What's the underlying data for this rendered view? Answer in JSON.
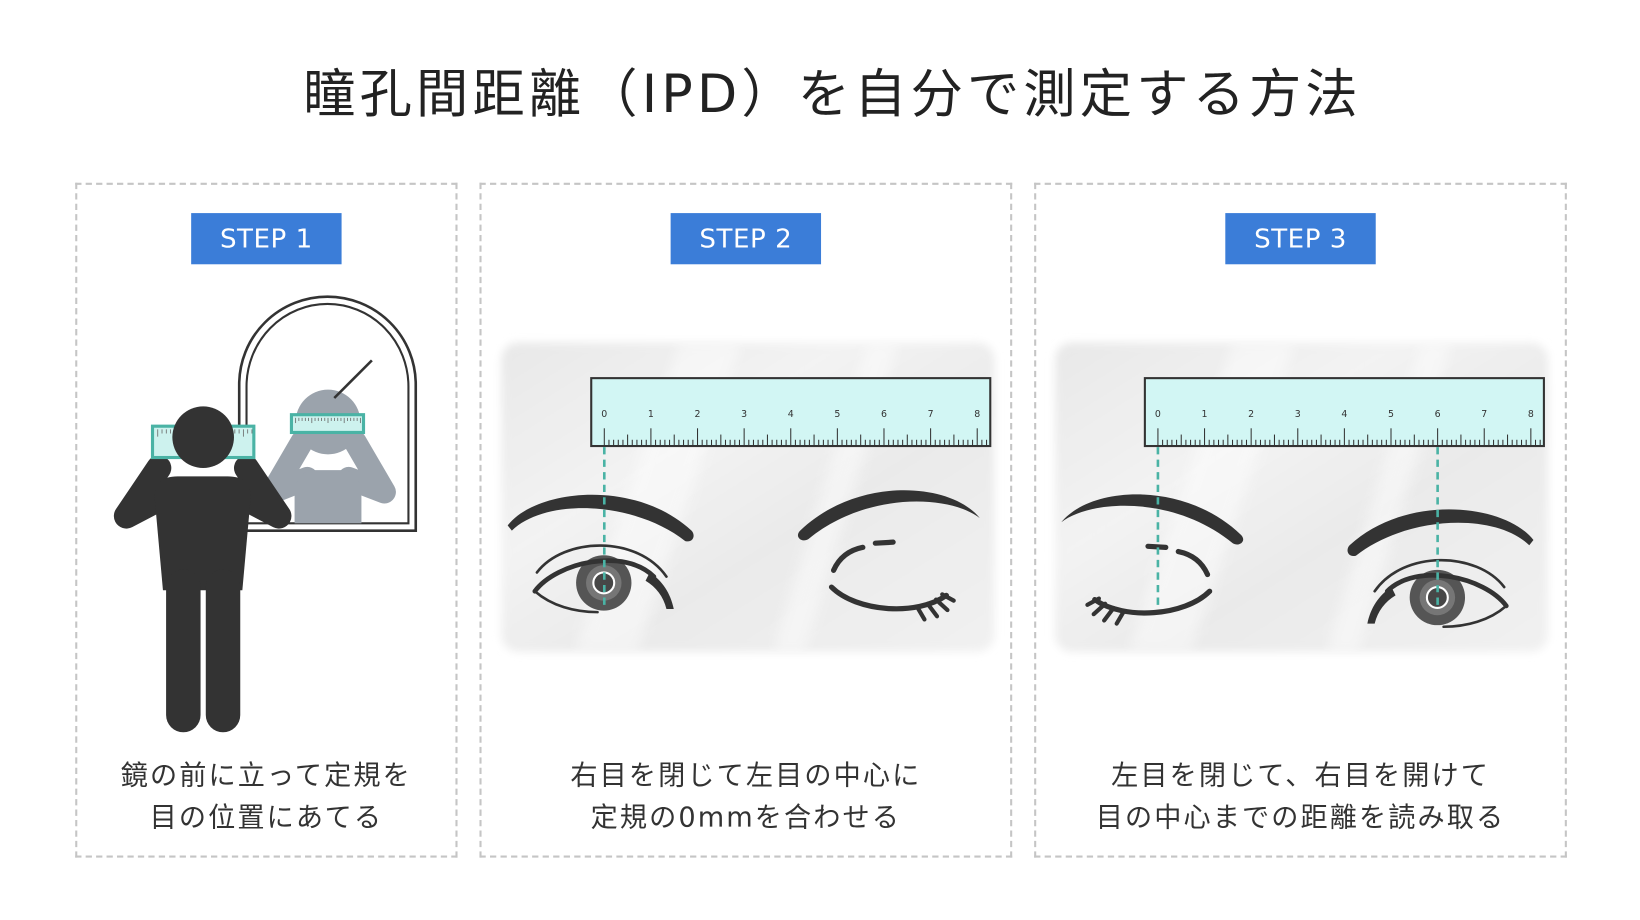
{
  "title": "瞳孔間距離（IPD）を自分で測定する方法",
  "steps": [
    {
      "badge": "STEP 1",
      "caption_lines": [
        "鏡の前に立って定規を",
        "目の位置にあてる"
      ]
    },
    {
      "badge": "STEP 2",
      "caption_lines": [
        "右目を閉じて左目の中心に",
        "定規の0mmを合わせる"
      ],
      "ruler_marks_cm": [
        0
      ]
    },
    {
      "badge": "STEP 3",
      "caption_lines": [
        "左目を閉じて、右目を開けて",
        "目の中心までの距離を読み取る"
      ],
      "ruler_marks_cm": [
        0,
        6
      ]
    }
  ],
  "ruler": {
    "labels": [
      "0",
      "1",
      "2",
      "3",
      "4",
      "5",
      "6",
      "7",
      "8"
    ]
  },
  "icons": [
    "person-silhouette-icon",
    "mirror-icon",
    "ruler-icon",
    "eye-open-icon",
    "eye-closed-icon"
  ],
  "colors": {
    "badge": "#3b7dd8",
    "ink": "#333333",
    "marker": "#4ab3a5",
    "ruler_fill": "#d2f6f4",
    "reflection": "#9ba3ac"
  }
}
